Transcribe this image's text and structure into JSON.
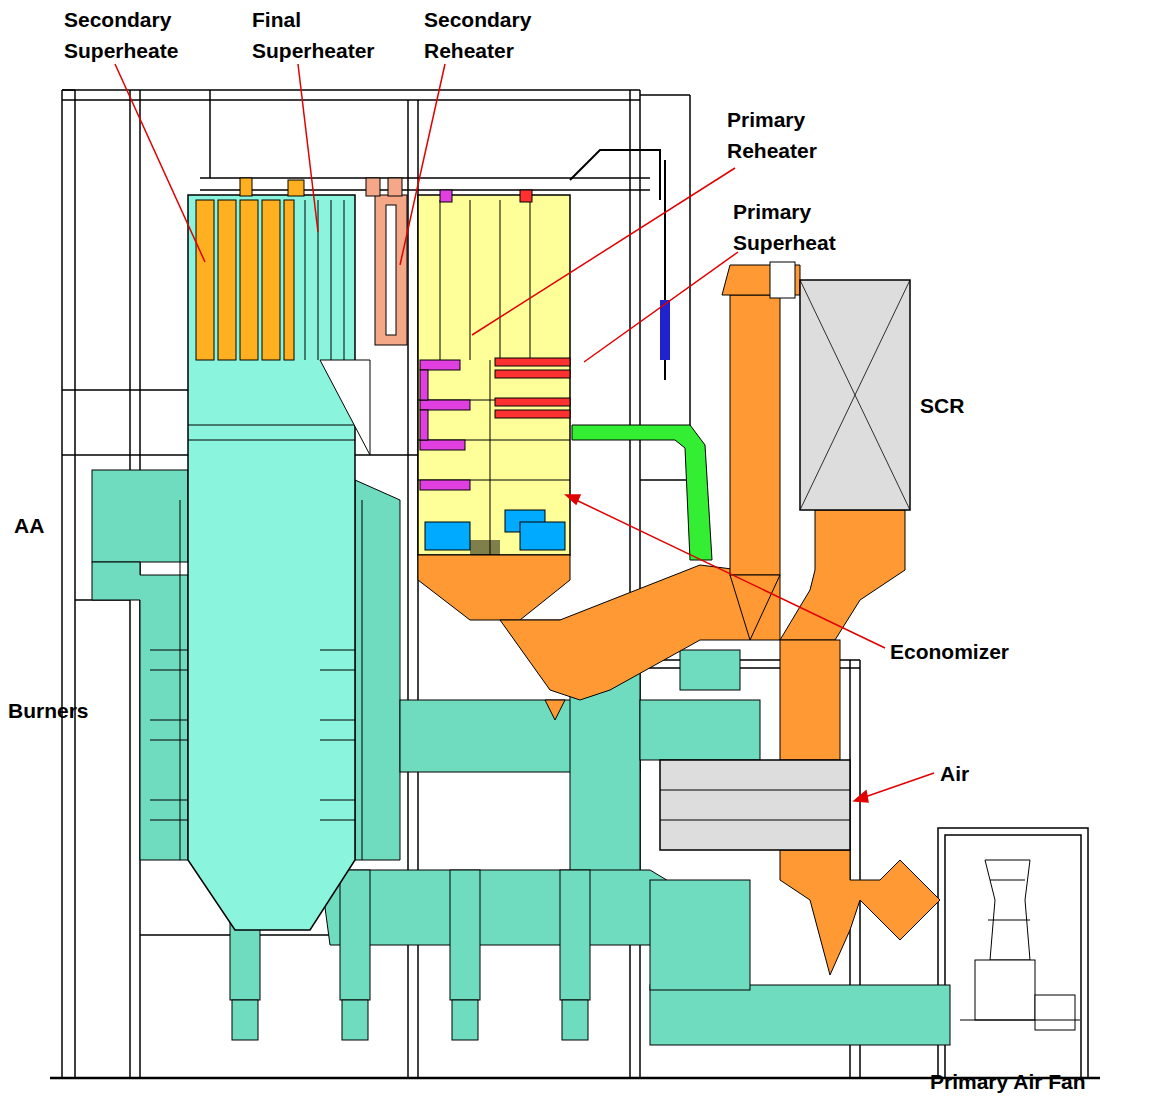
{
  "diagram": {
    "labels": [
      "Secondary Superheate",
      "Final Superheater",
      "Secondary Reheater",
      "Primary Reheater",
      "Primary Superheat",
      "SCR",
      "AA",
      "Burners",
      "Economizer",
      "Air",
      "Primary Air Fan"
    ]
  }
}
